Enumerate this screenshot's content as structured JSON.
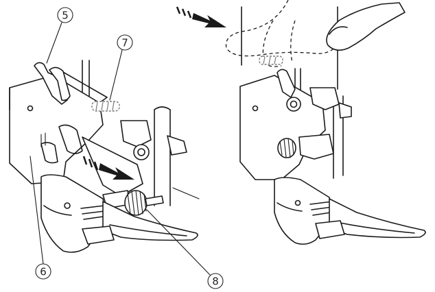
{
  "callouts": [
    {
      "id": "5",
      "label": "5"
    },
    {
      "id": "6",
      "label": "6"
    },
    {
      "id": "7",
      "label": "7"
    },
    {
      "id": "8",
      "label": "8"
    }
  ],
  "colors": {
    "ink": "#1a1a1a",
    "screw_hatch": "#7a7a7a",
    "background": "#ffffff"
  },
  "icons": {
    "direction_arrow": "arrow-right-icon",
    "finger": "finger-icon"
  }
}
